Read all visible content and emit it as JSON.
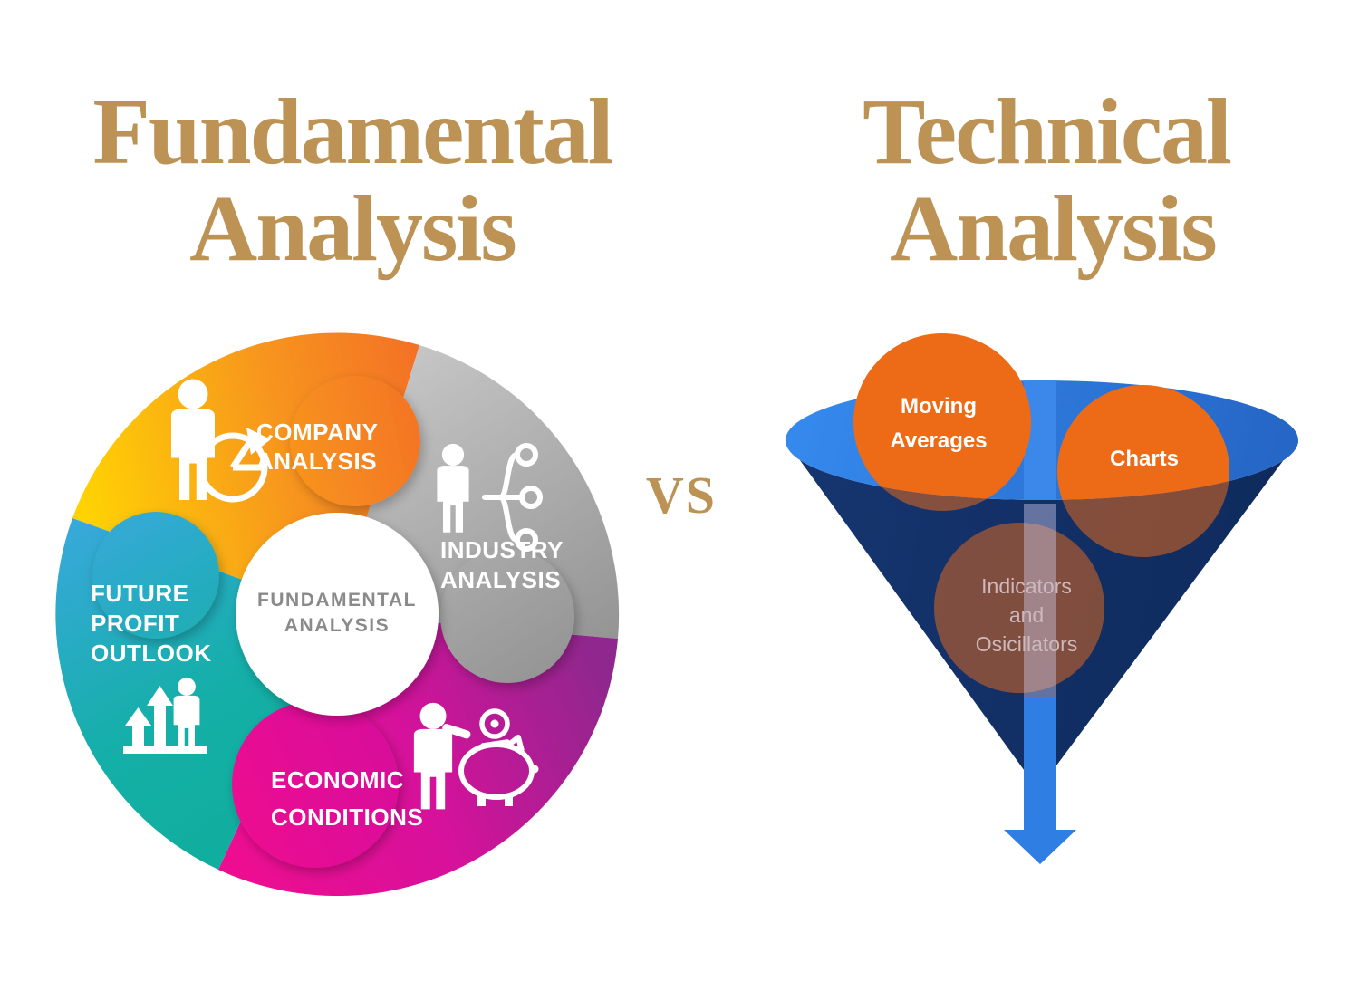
{
  "left_panel": {
    "title_line1": "Fundamental",
    "title_line2": "Analysis",
    "center_label_line1": "FUNDAMENTAL",
    "center_label_line2": "ANALYSIS",
    "segments": [
      {
        "name": "company-analysis",
        "line1": "COMPANY",
        "line2": "ANALYSIS",
        "icon": "businessman-pie-chart-icon",
        "color_start": "#FFD303",
        "color_mid": "#F7941E",
        "color_end": "#F1582B"
      },
      {
        "name": "industry-analysis",
        "line1": "INDUSTRY",
        "line2": "ANALYSIS",
        "icon": "businessman-org-nodes-icon",
        "color_start": "#C9C9C9",
        "color_end": "#8A8A8A"
      },
      {
        "name": "economic-conditions",
        "line1": "ECONOMIC",
        "line2": "CONDITIONS",
        "icon": "businessman-piggy-bank-icon",
        "color_start": "#EE0D90",
        "color_end": "#90278E"
      },
      {
        "name": "future-profit-outlook",
        "line1": "FUTURE",
        "line2": "PROFIT",
        "line3": "OUTLOOK",
        "icon": "growth-arrows-businessman-icon",
        "color_start": "#3BA8E0",
        "color_end": "#0FAE9B"
      }
    ]
  },
  "divider": {
    "vs_label": "VS",
    "accent_color": "#BC9255"
  },
  "right_panel": {
    "title_line1": "Technical",
    "title_line2": "Analysis",
    "funnel": {
      "cone_color": "#14316B",
      "mouth_color": "#2E7ADF",
      "arrow_color": "#2F7EE4",
      "bubble_color": "#ED6B17"
    },
    "bubbles": [
      {
        "name": "moving-averages",
        "line1": "Moving",
        "line2": "Averages"
      },
      {
        "name": "charts",
        "line1": "Charts"
      },
      {
        "name": "indicators-oscillators",
        "line1": "Indicators",
        "line2": "and",
        "line3": "Osicillators"
      }
    ]
  }
}
